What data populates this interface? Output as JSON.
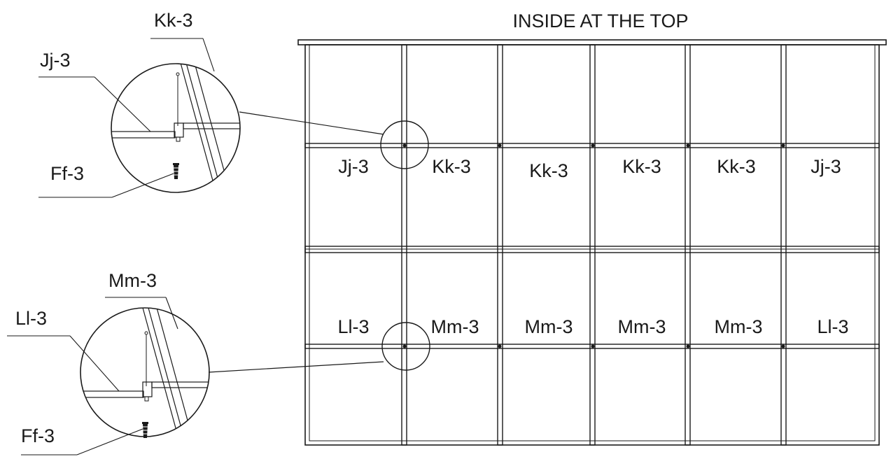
{
  "title": "INSIDE AT THE TOP",
  "grid": {
    "columns": 6,
    "row_labels": [
      [
        "Jj-3",
        "Kk-3",
        "Kk-3",
        "Kk-3",
        "Kk-3",
        "Jj-3"
      ],
      [
        "Ll-3",
        "Mm-3",
        "Mm-3",
        "Mm-3",
        "Mm-3",
        "Ll-3"
      ]
    ]
  },
  "details": [
    {
      "labels": {
        "top": "Kk-3",
        "left": "Jj-3",
        "bottom": "Ff-3"
      }
    },
    {
      "labels": {
        "top": "Mm-3",
        "left": "Ll-3",
        "bottom": "Ff-3"
      }
    }
  ]
}
